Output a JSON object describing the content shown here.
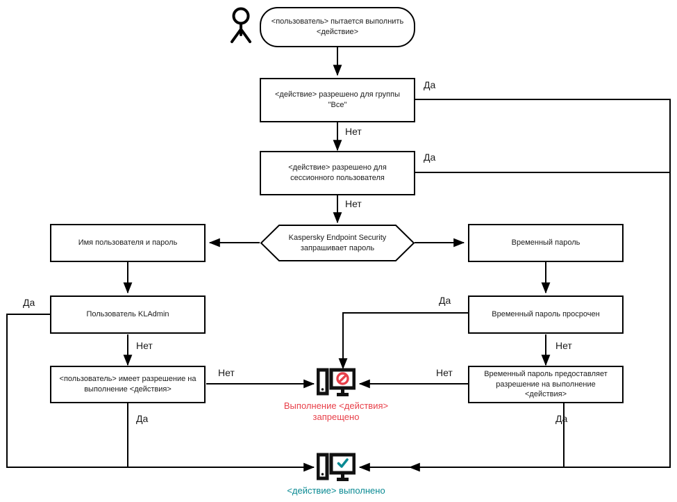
{
  "diagram": {
    "title": "Password protection decision flow",
    "language": "ru",
    "colors": {
      "stroke": "#000000",
      "text": "#1a1a1a",
      "denied": "#e8404a",
      "success": "#0a8a93",
      "background": "#ffffff"
    },
    "actor": {
      "name": "user-actor-icon"
    },
    "labels": {
      "yes": "Да",
      "no": "Нет"
    },
    "nodes": [
      {
        "id": "start",
        "shape": "stadium",
        "text": "<пользователь> пытается выполнить <действие>"
      },
      {
        "id": "allowed-everyone",
        "shape": "rect",
        "text": "<действие> разрешено для группы \"Все\""
      },
      {
        "id": "allowed-session-user",
        "shape": "rect",
        "text": "<действие> разрешено для сессионного пользователя"
      },
      {
        "id": "kes-asks-password",
        "shape": "hexagon",
        "text": "Kaspersky Endpoint Security запрашивает пароль"
      },
      {
        "id": "username-and-password",
        "shape": "rect",
        "text": "Имя пользователя и пароль"
      },
      {
        "id": "kladmin-user",
        "shape": "rect",
        "text": "Пользователь KLAdmin"
      },
      {
        "id": "user-has-permission",
        "shape": "rect",
        "text": "<пользователь> имеет разрешение на выполнение <действия>"
      },
      {
        "id": "temporary-password",
        "shape": "rect",
        "text": "Временный пароль"
      },
      {
        "id": "temporary-password-expired",
        "shape": "rect",
        "text": "Временный пароль просрочен"
      },
      {
        "id": "temporary-password-grants",
        "shape": "rect",
        "text": "Временный пароль предоставляет разрешение на выполнение <действия>"
      }
    ],
    "terminals": [
      {
        "id": "action-denied",
        "icon": "monitor-blocked-icon",
        "caption": "Выполнение <действия> запрещено",
        "color": "#e8404a"
      },
      {
        "id": "action-performed",
        "icon": "monitor-check-icon",
        "caption": "<действие> выполнено",
        "color": "#0a8a93"
      }
    ],
    "edge_labels": [
      {
        "id": "edge-everyone-yes",
        "text": "Да"
      },
      {
        "id": "edge-everyone-no",
        "text": "Нет"
      },
      {
        "id": "edge-session-yes",
        "text": "Да"
      },
      {
        "id": "edge-session-no",
        "text": "Нет"
      },
      {
        "id": "edge-kladmin-yes",
        "text": "Да"
      },
      {
        "id": "edge-kladmin-no",
        "text": "Нет"
      },
      {
        "id": "edge-permission-no",
        "text": "Нет"
      },
      {
        "id": "edge-permission-yes",
        "text": "Да"
      },
      {
        "id": "edge-expired-yes",
        "text": "Да"
      },
      {
        "id": "edge-expired-no",
        "text": "Нет"
      },
      {
        "id": "edge-grants-no",
        "text": "Нет"
      },
      {
        "id": "edge-grants-yes",
        "text": "Да"
      }
    ]
  }
}
